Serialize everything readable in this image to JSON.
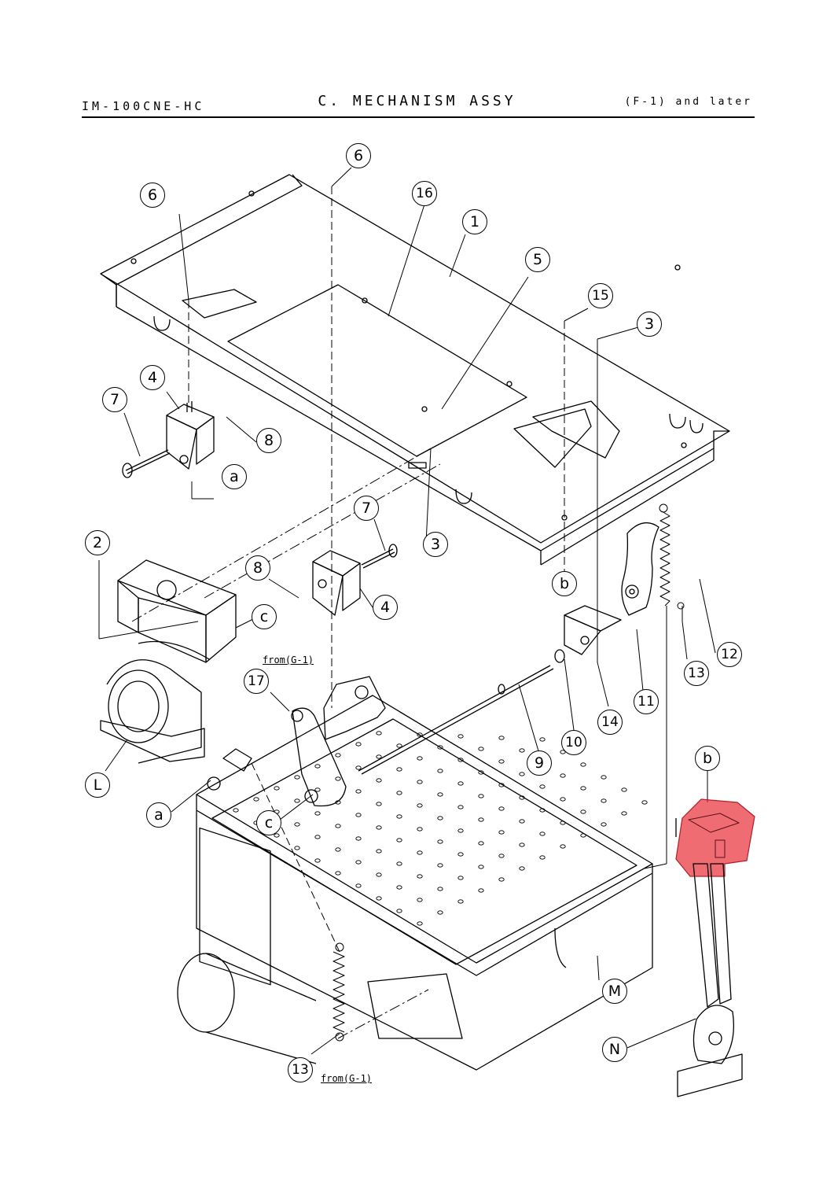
{
  "header": {
    "model": "IM-100CNE-HC",
    "title": "C. MECHANISM ASSY",
    "applicability": "(F-1) and later"
  },
  "callouts": [
    "6",
    "6",
    "16",
    "1",
    "5",
    "15",
    "3",
    "4",
    "7",
    "8",
    "a",
    "2",
    "7",
    "3",
    "8",
    "4",
    "b",
    "c",
    "from(G-1)",
    "17",
    "12",
    "13",
    "11",
    "9",
    "10",
    "14",
    "L",
    "a",
    "c",
    "b",
    "M",
    "N",
    "13",
    "from(G-1)"
  ],
  "colors": {
    "line": "#000000",
    "highlight": "#e8333c"
  }
}
